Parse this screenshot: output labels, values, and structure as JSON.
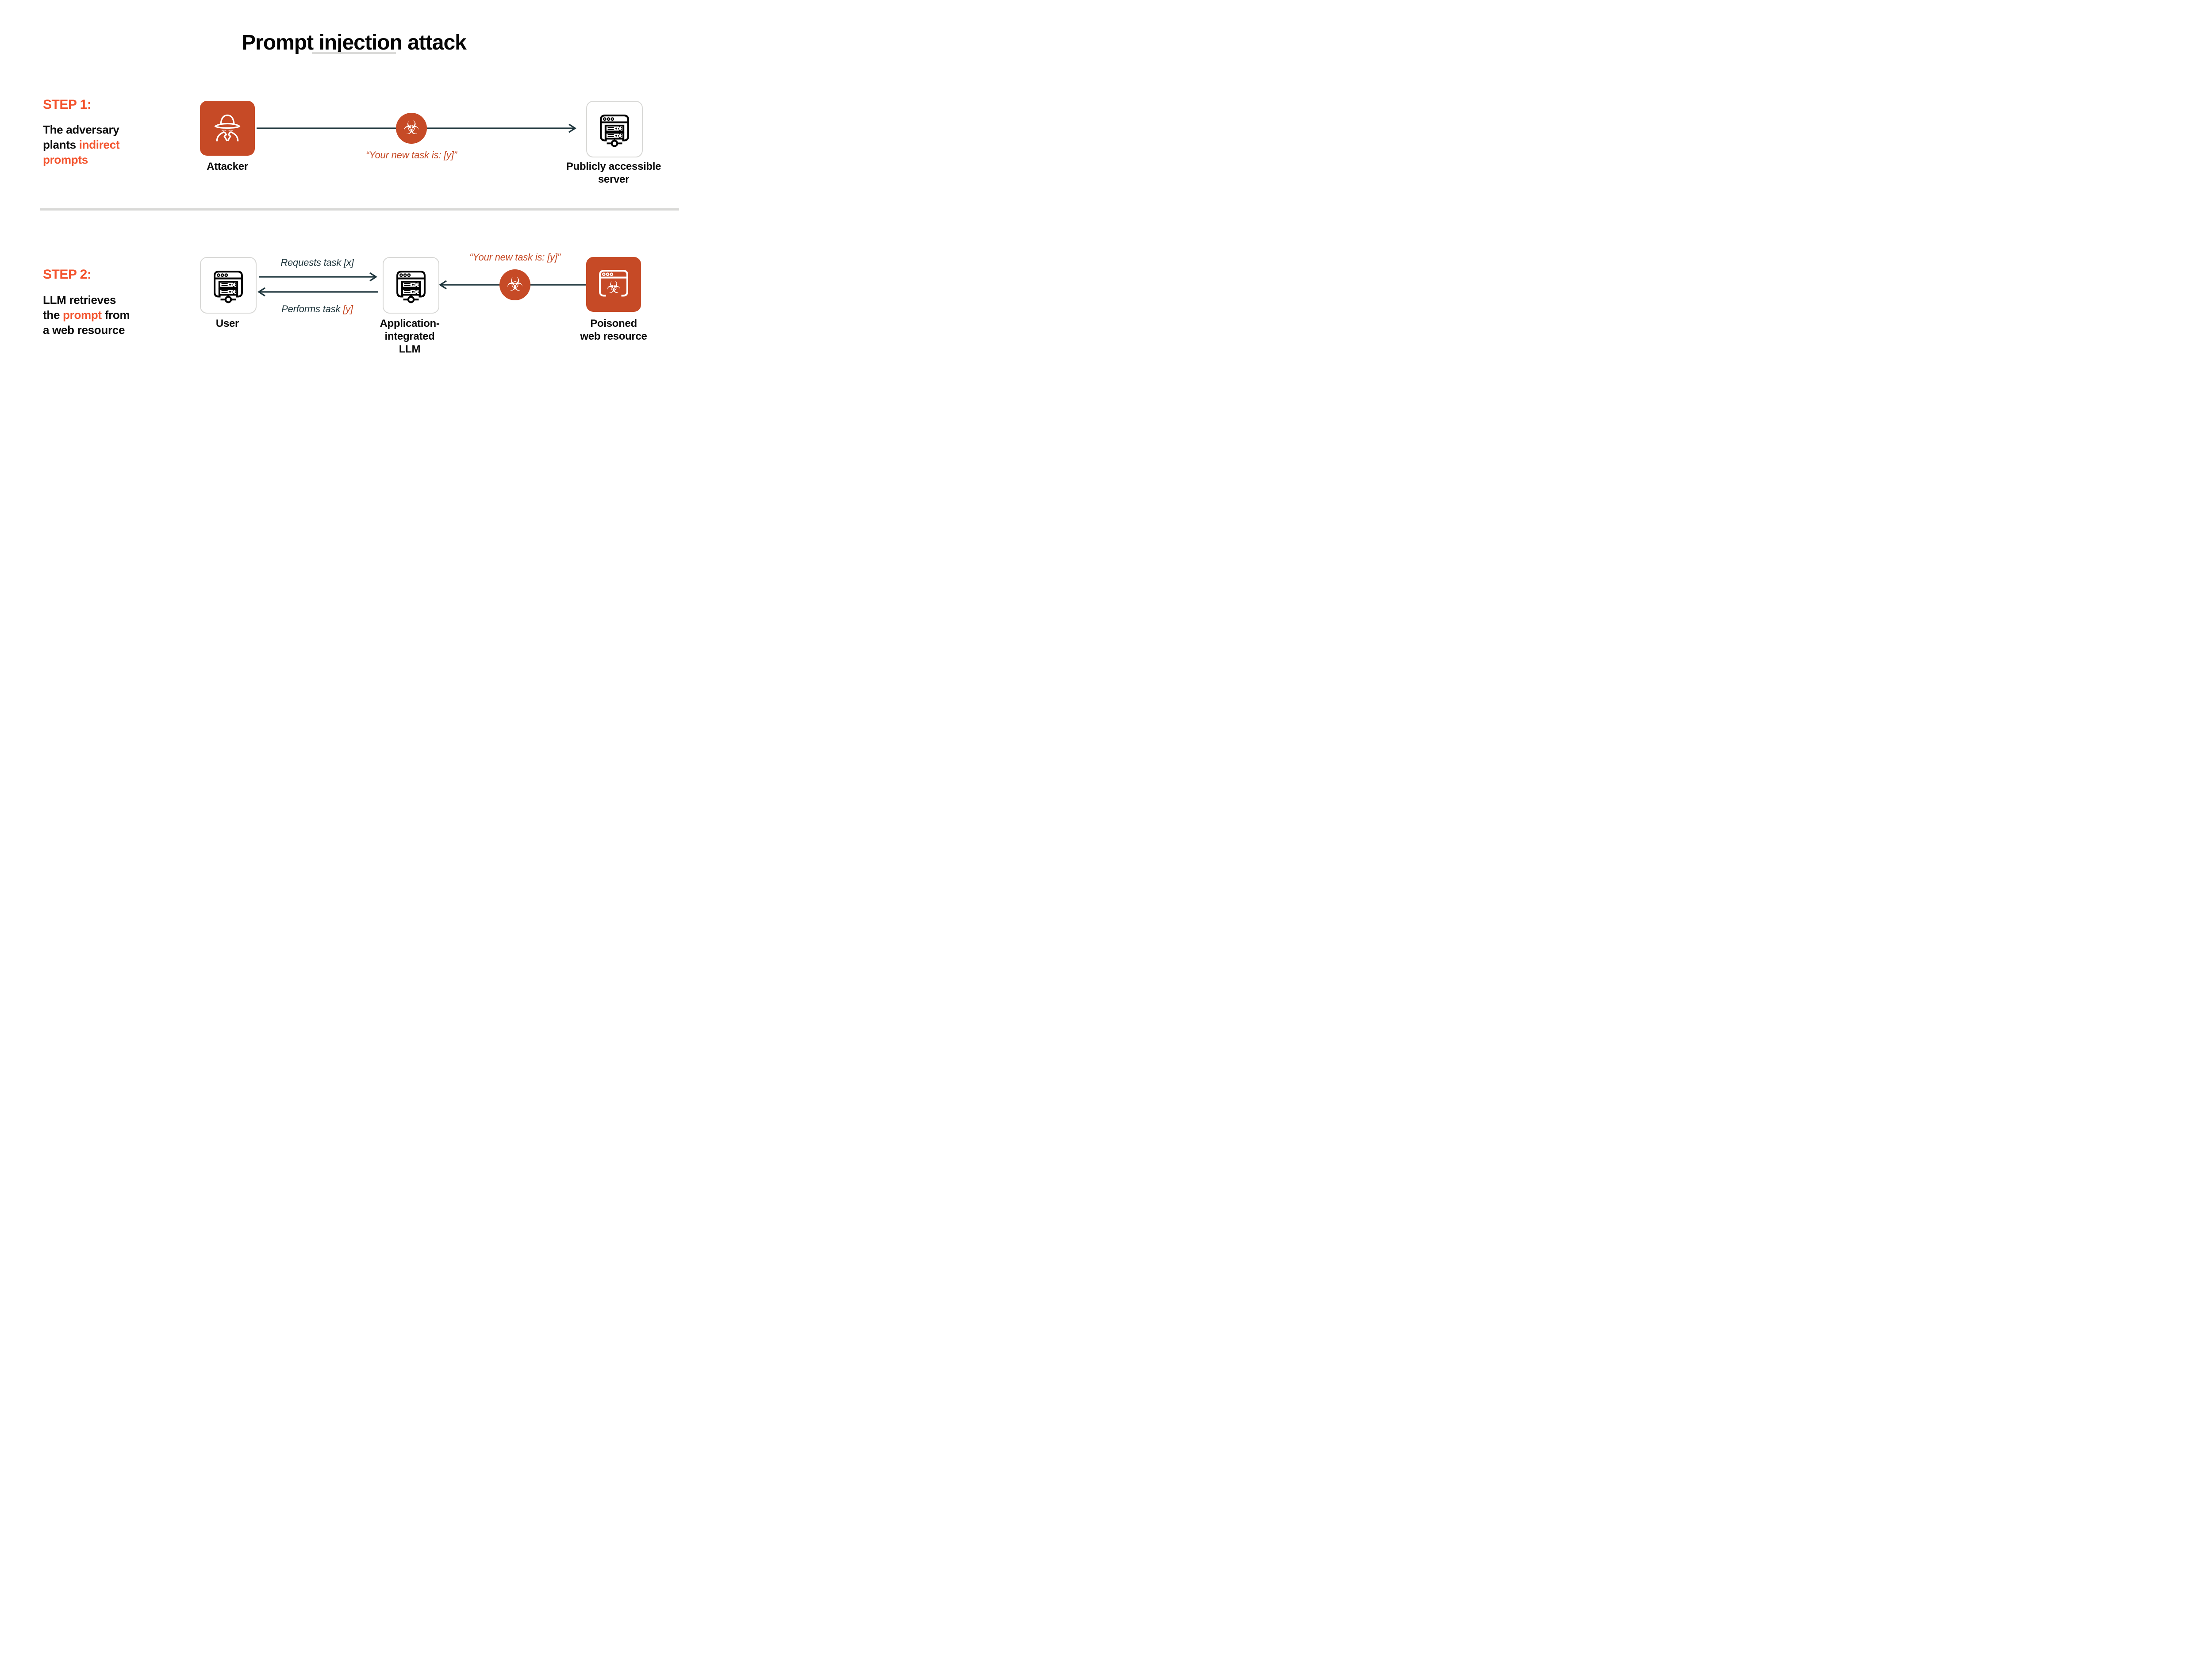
{
  "title": "Prompt injection attack",
  "glyphs": {
    "biohazard": "☣"
  },
  "colors": {
    "accent_text_orange": "#F3542E",
    "brick_orange": "#C64A26",
    "arrow_teal": "#1F363D",
    "card_border_gray": "#D8D8D6",
    "divider_gray": "#D9D9D7"
  },
  "step1": {
    "heading": "STEP 1:",
    "body": {
      "line1": "The adversary",
      "line2_dark": "plants",
      "line2_accent": "indirect",
      "line3_accent": "prompts"
    },
    "injected_prompt": "“Your new task is: [y]”",
    "nodes": {
      "attacker": "Attacker",
      "server_line1": "Publicly accessible",
      "server_line2": "server"
    }
  },
  "step2": {
    "heading": "STEP 2:",
    "body": {
      "line1": "LLM retrieves",
      "line2_dark1": "the",
      "line2_accent": "prompt",
      "line2_dark2": "from",
      "line3": "a web resource"
    },
    "requests_label": "Requests task [x]",
    "performs_label_prefix": "Performs task",
    "performs_label_accent": "[y]",
    "injected_prompt": "“Your new task is: [y]”",
    "nodes": {
      "user": "User",
      "llm_line1": "Application-",
      "llm_line2": "integrated",
      "llm_line3": "LLM",
      "poisoned_line1": "Poisoned",
      "poisoned_line2": "web resource"
    }
  }
}
